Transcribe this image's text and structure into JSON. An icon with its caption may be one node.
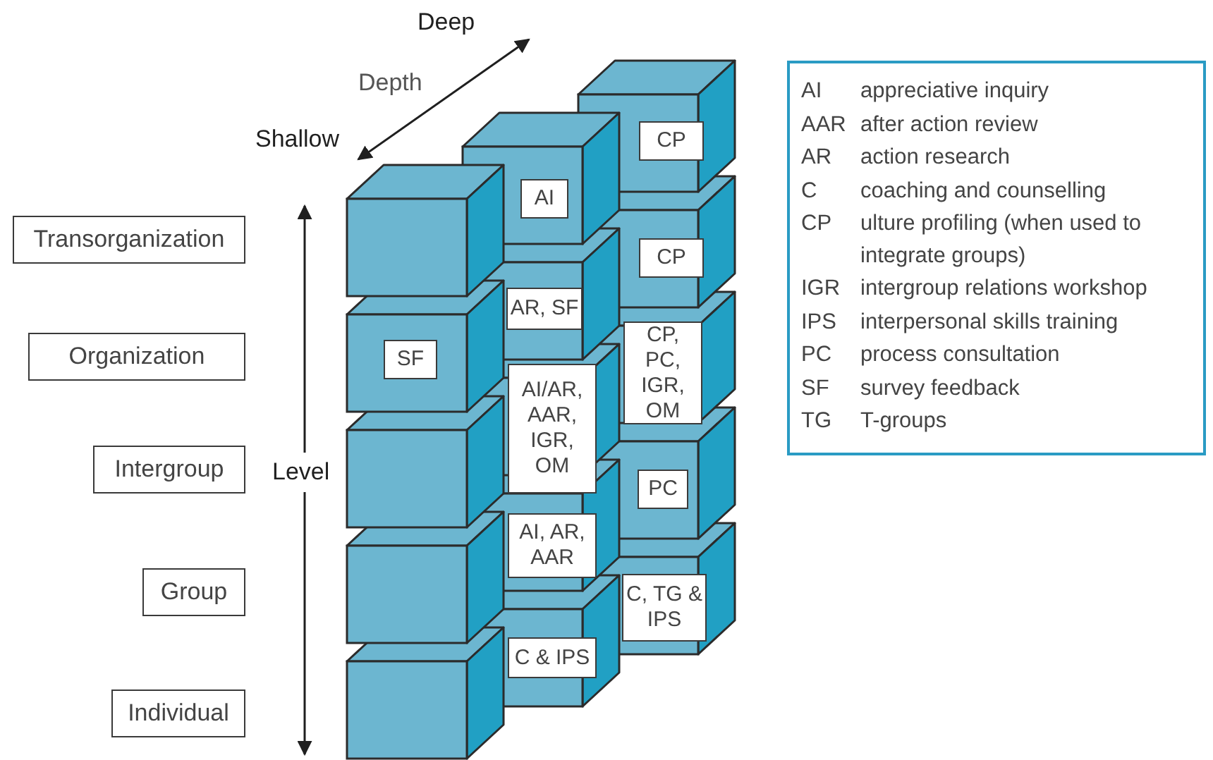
{
  "diagram": {
    "nodes": [
      {
        "text": [
          "Transorganization"
        ]
      },
      {
        "text": [
          "Organization"
        ]
      },
      {
        "text": [
          "Intergroup"
        ]
      },
      {
        "text": [
          "Group"
        ]
      },
      {
        "text": [
          "Individual"
        ]
      },
      {
        "text": [
          "CP"
        ]
      },
      {
        "text": [
          "AI"
        ]
      },
      {
        "text": [
          "CP"
        ]
      },
      {
        "text": [
          "AR, SF"
        ]
      },
      {
        "text": [
          "SF"
        ]
      },
      {
        "text": [
          "CP, PC, IGR, OM"
        ]
      },
      {
        "text": [
          "AI/AR, AAR, IGR, OM"
        ]
      },
      {
        "text": [
          "PC"
        ]
      },
      {
        "text": [
          "AI, AR, AAR"
        ]
      },
      {
        "text": [
          "C, TG & IPS"
        ]
      },
      {
        "text": [
          "C & IPS"
        ]
      }
    ],
    "labels": [
      "Deep",
      "Depth",
      "Shallow",
      "Level",
      "AI",
      "appreciative inquiry",
      "AAR",
      "after action review",
      "AR",
      "action research",
      "C",
      "coaching and counselling",
      "CP",
      "ulture profiling (when used to integrate groups)",
      "IGR",
      "intergroup relations workshop",
      "IPS",
      "interpersonal skills training",
      "PC",
      "process consultation",
      "SF",
      "survey feedback",
      "TG",
      "T-groups"
    ]
  }
}
